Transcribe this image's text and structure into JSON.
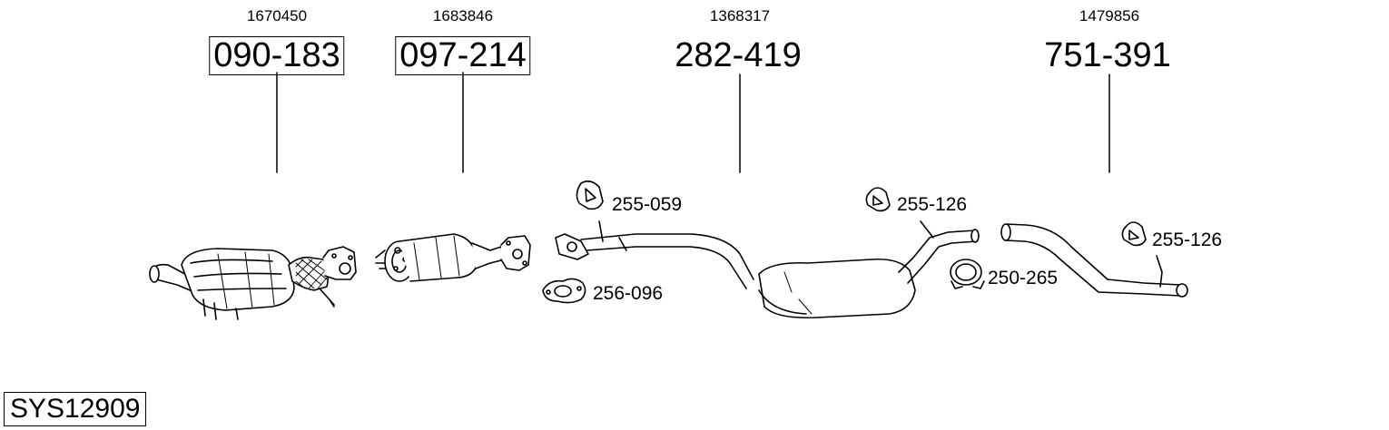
{
  "system_code": "SYS12909",
  "parts": [
    {
      "oem": "1670450",
      "part_no": "090-183",
      "boxed": true
    },
    {
      "oem": "1683846",
      "part_no": "097-214",
      "boxed": true
    },
    {
      "oem": "1368317",
      "part_no": "282-419",
      "boxed": false
    },
    {
      "oem": "1479856",
      "part_no": "751-391",
      "boxed": false
    }
  ],
  "accessories": [
    {
      "part_no": "255-059",
      "icon": "rubber-hanger-icon"
    },
    {
      "part_no": "256-096",
      "icon": "gasket-icon"
    },
    {
      "part_no": "255-126",
      "icon": "rubber-hanger-icon"
    },
    {
      "part_no": "250-265",
      "icon": "clamp-icon"
    },
    {
      "part_no": "255-126",
      "icon": "rubber-hanger-icon"
    }
  ]
}
